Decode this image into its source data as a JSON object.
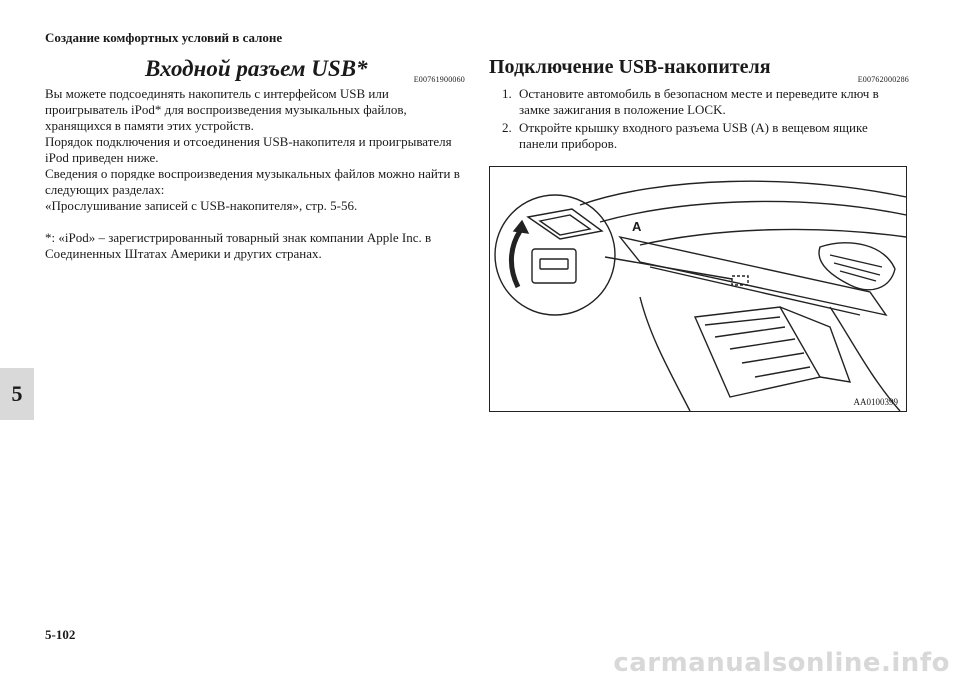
{
  "header": {
    "section_title": "Создание комфортных условий в салоне"
  },
  "chapter_tab": "5",
  "left": {
    "title": "Входной разъем USB*",
    "code": "E00761900060",
    "paragraphs": [
      "Вы можете подсоединять накопитель с интерфейсом USB или проигрыватель iPod* для воспроизведения музыкальных файлов, хранящихся в памяти этих устройств.",
      "Порядок подключения и отсоединения USB-накопителя и проигрывателя iPod приведен ниже.",
      "Сведения о порядке воспроизведения музыкальных файлов можно найти в следующих разделах:",
      "«Прослушивание записей с USB-накопителя», стр. 5-56."
    ],
    "footnote": "*: «iPod» – зарегистрированный товарный знак компании Apple Inc. в Соединенных Штатах Америки и других странах."
  },
  "right": {
    "title": "Подключение USB-накопителя",
    "code": "E00762000286",
    "steps": [
      {
        "num": "1.",
        "text": "Остановите автомобиль в безопасном месте и переведите ключ в замке зажигания в положение LOCK."
      },
      {
        "num": "2.",
        "text": "Откройте крышку входного разъема USB (A) в вещевом ящике панели приборов."
      }
    ]
  },
  "figure": {
    "label_a": "A",
    "code": "AA0100399"
  },
  "page_number": "5-102",
  "watermark": "carmanualsonline.info"
}
